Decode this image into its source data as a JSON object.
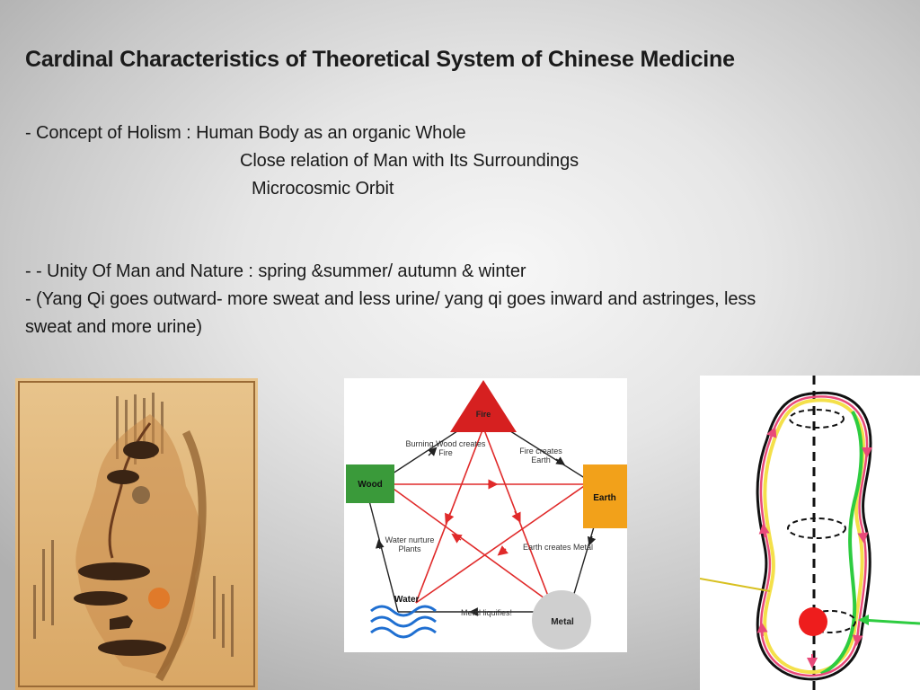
{
  "slide": {
    "title": "Cardinal Characteristics of Theoretical System of Chinese Medicine",
    "holism": {
      "line1": "- Concept of Holism   :   Human Body as an organic Whole",
      "line2": "Close relation of Man with Its Surroundings",
      "line3": "Microcosmic Orbit"
    },
    "unity": {
      "line1": "-    - Unity Of Man and Nature : spring &summer/ autumn & winter",
      "line2": "- (Yang Qi goes outward- more sweat and less urine/ yang qi goes  inward and astringes, less",
      "line3": "sweat and more urine)"
    }
  },
  "five_elements": {
    "fire": "Fire",
    "wood": "Wood",
    "earth": "Earth",
    "water": "Water",
    "metal": "Metal",
    "burning_wood": "Burning Wood creates Fire",
    "fire_creates": "Fire creates Earth",
    "water_nurture": "Water nurture Plants",
    "earth_creates": "Earth creates Metal",
    "metal_liquifies": "Metal liquifies!"
  },
  "colors": {
    "fire": "#d62020",
    "wood": "#3a9a3a",
    "earth": "#f2a11a",
    "metal": "#cfcfcf",
    "water": "#1f6fd1",
    "arrow_red": "#e02a2a",
    "orbit_pink": "#e84a7a",
    "orbit_green": "#2ecc40",
    "orbit_yellow": "#f4e04a"
  }
}
